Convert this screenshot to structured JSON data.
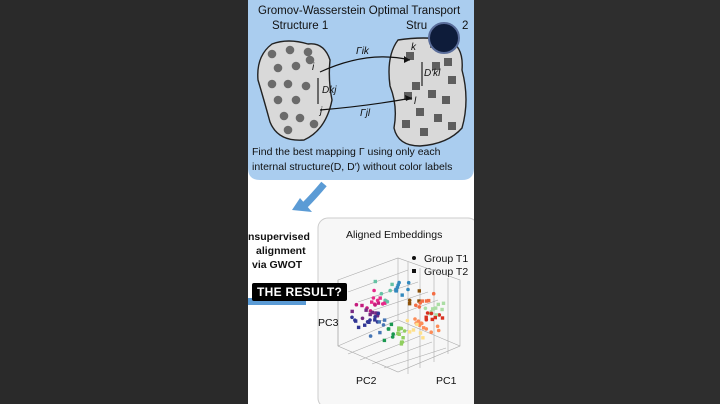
{
  "diagram": {
    "top_title": "Gromov-Wasserstein Optimal Transport",
    "structure1_label": "Structure 1",
    "structure2_label": "Stru",
    "structure2_label_end": "2",
    "gamma_ik": "Γik",
    "gamma_jl": "Γjl",
    "d_ij": "Dkj",
    "d_prime_kl": "D'kl",
    "point_i": "i",
    "point_j": "j",
    "point_k": "k",
    "point_l": "l",
    "description_line1": "Find the best mapping Γ using only each",
    "description_line2": "internal structure(D, D′) without color labels",
    "method_line1": "nsupervised",
    "method_line2": "alignment",
    "method_line3": "via GWOT",
    "embed_title": "Aligned Embeddings",
    "legend_t1": "Group T1",
    "legend_t2": "Group T2",
    "axis_pc1": "PC1",
    "axis_pc2": "PC2",
    "axis_pc3": "PC3"
  },
  "overlay": {
    "caption": "THE RESULT?"
  },
  "colors": {
    "blue_panel": "#aacdef",
    "arrow_blue": "#5b9bd5",
    "dots": "#6b6b6b"
  }
}
